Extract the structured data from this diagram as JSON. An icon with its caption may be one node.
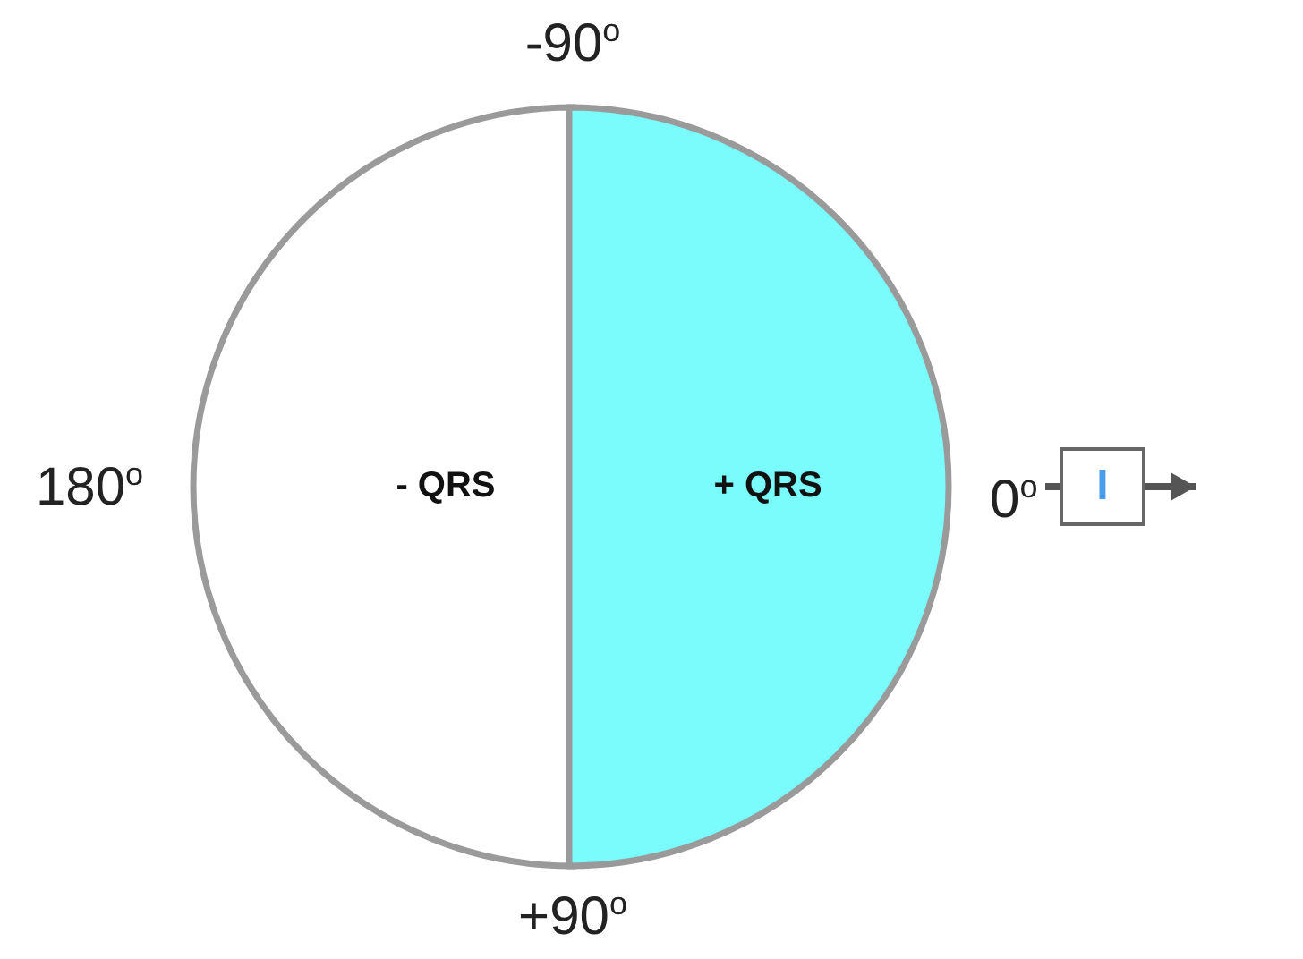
{
  "diagram": {
    "nodes": [
      {
        "text": [
          "- QRS"
        ]
      },
      {
        "text": [
          "+ QRS"
        ]
      },
      {
        "text": [
          "I"
        ]
      },
      {
        "text": [
          "0$^{o}$"
        ]
      }
    ],
    "edges": [
      {
        "from": 3,
        "to": 2,
        "arrow": "none"
      },
      {
        "from": 2,
        "to": null,
        "arrow": "to"
      }
    ],
    "labels": [
      "-90$^{o}$",
      "180$^{o}$",
      "+90$^{o}$"
    ]
  }
}
